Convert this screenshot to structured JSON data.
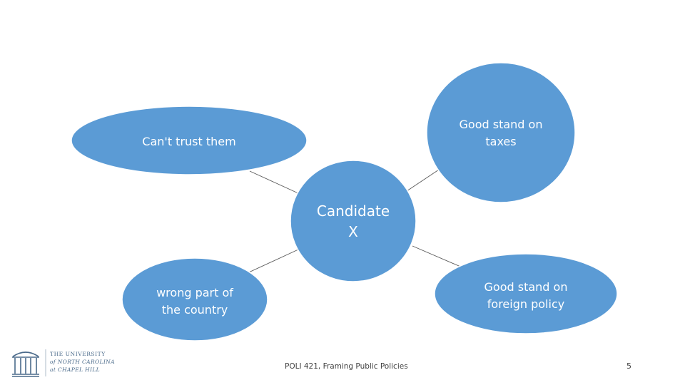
{
  "diagram": {
    "center": {
      "line1": "Candidate",
      "line2": "X"
    },
    "nodes": {
      "top_left": {
        "line1": "Can't trust them"
      },
      "top_right": {
        "line1": "Good stand on",
        "line2": "taxes"
      },
      "bottom_left": {
        "line1": "wrong part of",
        "line2": "the country"
      },
      "bottom_right": {
        "line1": "Good stand on",
        "line2": "foreign policy"
      }
    },
    "colors": {
      "node_fill": "#5b9bd5",
      "node_stroke": "#ffffff",
      "connector": "#595959",
      "text": "#ffffff"
    }
  },
  "logo": {
    "line1": "THE UNIVERSITY",
    "line2": "of NORTH CAROLINA",
    "line3": "at CHAPEL HILL",
    "icon": "old-well-icon"
  },
  "footer": {
    "course": "POLI 421, Framing Public Policies",
    "page_number": "5"
  }
}
